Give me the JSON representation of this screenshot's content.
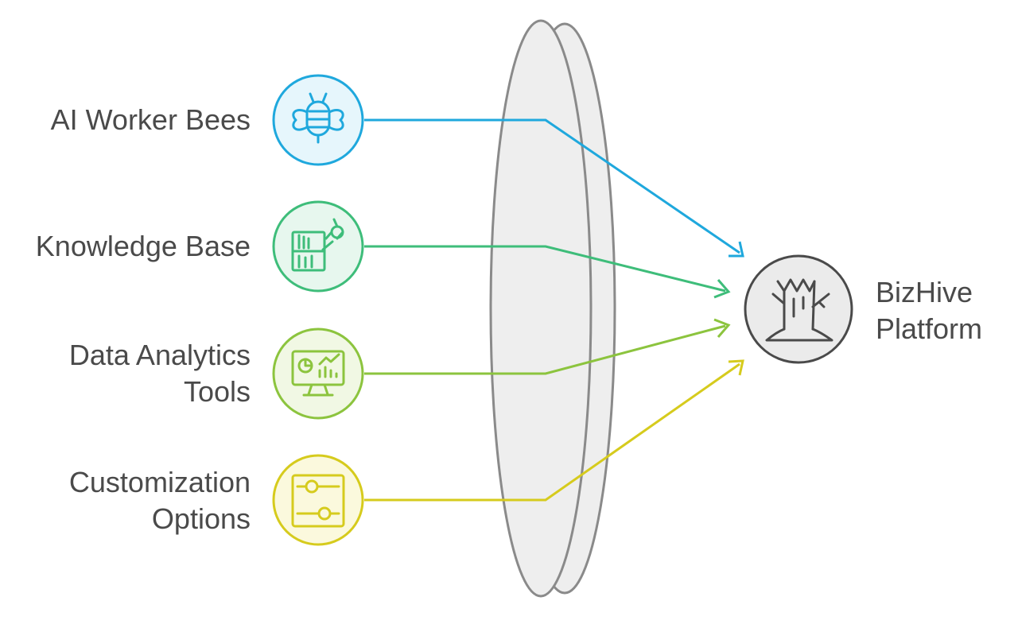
{
  "inputs": [
    {
      "id": "bees",
      "lines": [
        "AI Worker Bees"
      ],
      "color": "#1fa8dd",
      "fill": "#e6f6fc",
      "icon": "bee-icon"
    },
    {
      "id": "kb",
      "lines": [
        "Knowledge Base"
      ],
      "color": "#3ebd7a",
      "fill": "#e7f7ee",
      "icon": "bookshelf-icon"
    },
    {
      "id": "analytics",
      "lines": [
        "Data Analytics",
        "Tools"
      ],
      "color": "#8cc43e",
      "fill": "#f1f8e4",
      "icon": "monitor-chart-icon"
    },
    {
      "id": "custom",
      "lines": [
        "Customization",
        "Options"
      ],
      "color": "#d6cb1d",
      "fill": "#fbf9dd",
      "icon": "sliders-icon"
    }
  ],
  "target": {
    "lines": [
      "BizHive",
      "Platform"
    ],
    "color": "#4a4a4a",
    "fill": "#ebebeb",
    "icon": "tree-stump-icon"
  },
  "lens": {
    "stroke": "#8a8a8a",
    "fill": "#eeeeee"
  }
}
